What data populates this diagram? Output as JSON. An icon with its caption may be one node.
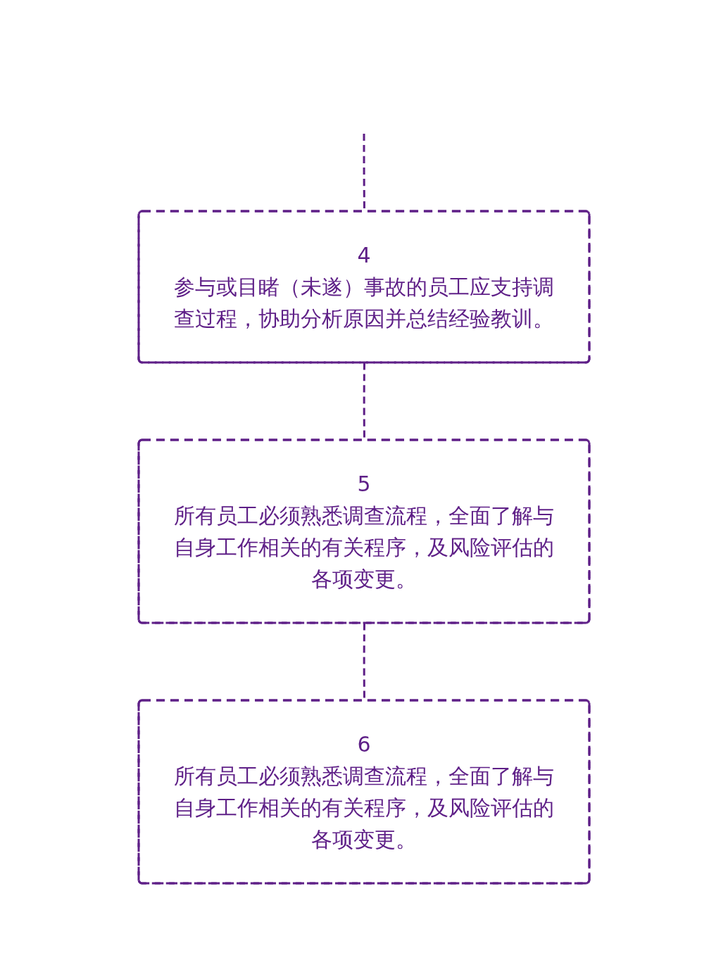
{
  "diagram": {
    "nodes": [
      {
        "text": [
          "4",
          "参与或目睹（未遂）事故的员工应支持调查过程，协助分析原因并总结经验教训。"
        ]
      },
      {
        "text": [
          "5",
          "所有员工必须熟悉调查流程，全面了解与自身工作相关的有关程序，及风险评估的各项变更。"
        ]
      },
      {
        "text": [
          "6",
          "所有员工必须熟悉调查流程，全面了解与自身工作相关的有关程序，及风险评估的各项变更。"
        ]
      }
    ],
    "edges": [
      {
        "from": null,
        "to": 0,
        "arrow": "none",
        "style": "dashed"
      },
      {
        "from": 0,
        "to": 1,
        "arrow": "none",
        "style": "dashed"
      },
      {
        "from": 1,
        "to": 2,
        "arrow": "none",
        "style": "dashed"
      }
    ]
  }
}
